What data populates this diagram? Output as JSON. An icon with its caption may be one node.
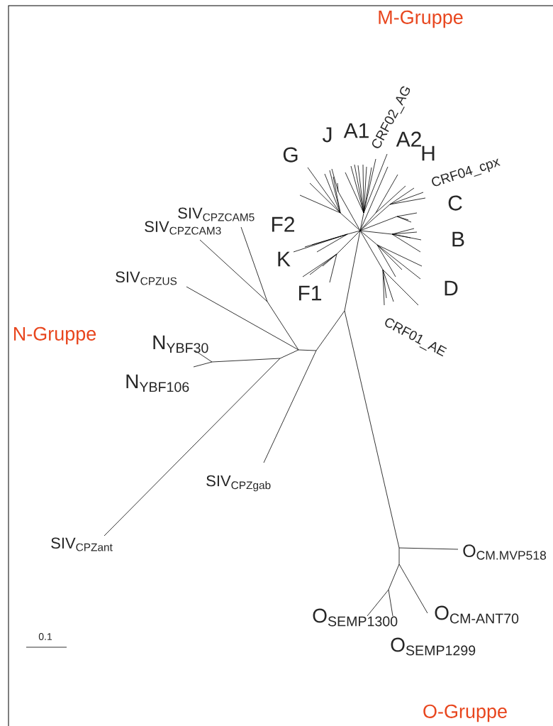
{
  "diagram": {
    "labels": [
      "M-Gruppe",
      "CRF02_AG",
      "A1",
      "J",
      "A2",
      "G",
      "H",
      "CRF04_cpx",
      "C",
      "SIV$_{CPZCAM5}$",
      "SIV$_{CPZCAM3}$",
      "F2",
      "B",
      "K",
      "SIV$_{CPZUS}$",
      "D",
      "F1",
      "N-Gruppe",
      "CRF01_AE",
      "N$_{YBF30}$",
      "N$_{YBF106}$",
      "SIV$_{CPZgab}$",
      "SIV$_{CPZant}$",
      "O$_{CM.MVP518}$",
      "O$_{SEMP1300}$",
      "O$_{CM-ANT70}$",
      "O$_{SEMP1299}$",
      "0.1",
      "O-Gruppe"
    ]
  }
}
